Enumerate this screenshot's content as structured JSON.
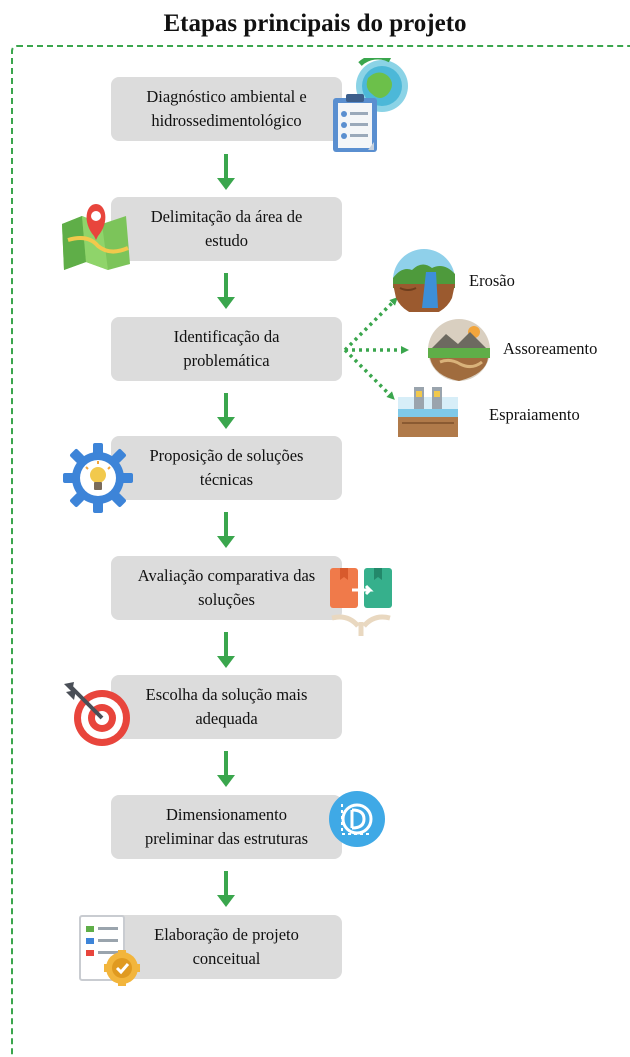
{
  "title": "Etapas principais do projeto",
  "steps": [
    {
      "line1": "Diagnóstico ambiental e",
      "line2": "hidrossedimentológico"
    },
    {
      "line1": "Delimitação da área de",
      "line2": "estudo"
    },
    {
      "line1": "Identificação da",
      "line2": "problemática"
    },
    {
      "line1": "Proposição de soluções",
      "line2": "técnicas"
    },
    {
      "line1": "Avaliação comparativa das",
      "line2": "soluções"
    },
    {
      "line1": "Escolha da solução mais",
      "line2": "adequada"
    },
    {
      "line1": "Dimensionamento",
      "line2": "preliminar das estruturas"
    },
    {
      "line1": "Elaboração de projeto",
      "line2": "conceitual"
    }
  ],
  "problems": [
    "Erosão",
    "Assoreamento",
    "Espraiamento"
  ],
  "colors": {
    "accent": "#3aa64d",
    "box": "#dcdcdc",
    "frame": "#3aa64d"
  },
  "icons": [
    "globe-clipboard-icon",
    "map-pin-icon",
    "erosion-icon",
    "silting-icon",
    "spreading-icon",
    "gear-bulb-icon",
    "compare-icon",
    "target-icon",
    "compass-icon",
    "document-badge-icon"
  ]
}
